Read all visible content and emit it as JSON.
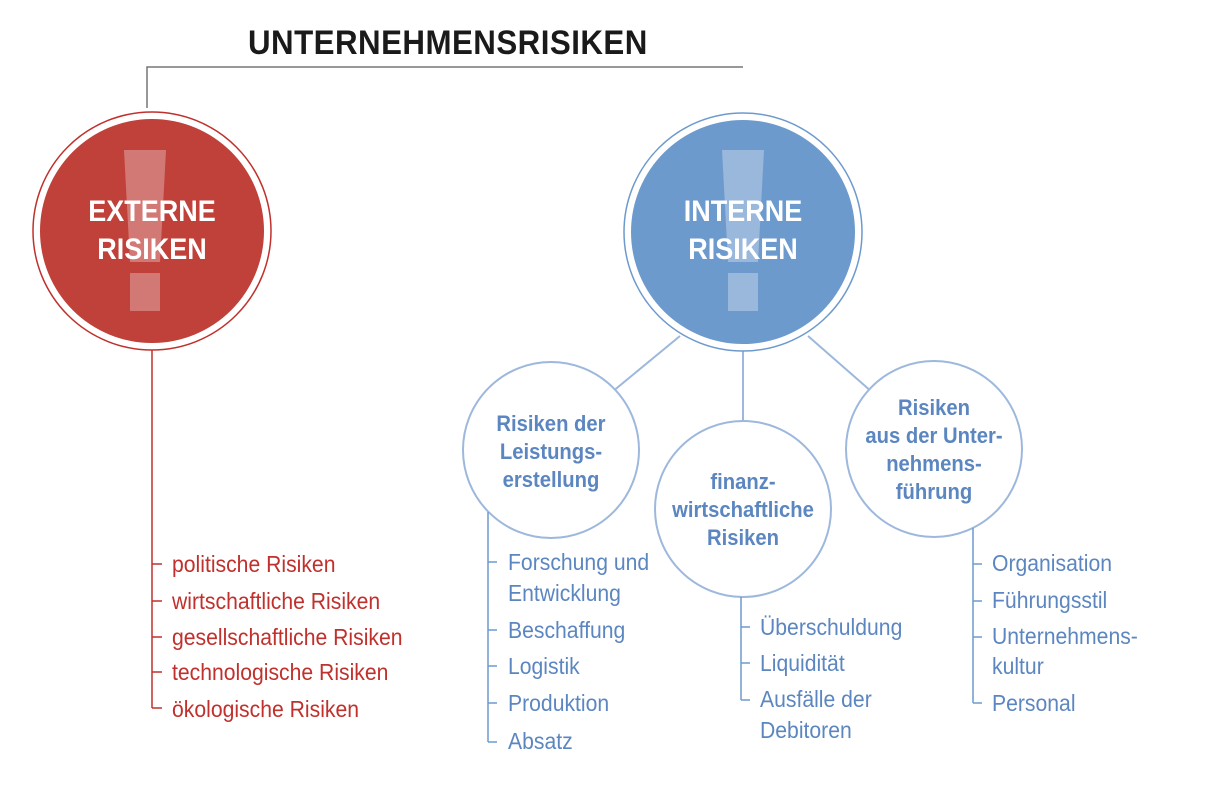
{
  "title": "UNTERNEHMENSRISIKEN",
  "colors": {
    "red": "#c0302c",
    "blue": "#6d9acd",
    "blue_text": "#5b86c0",
    "gray_line": "#777777"
  },
  "externe": {
    "line1": "EXTERNE",
    "line2": "RISIKEN",
    "items": [
      "politische Risiken",
      "wirtschaftliche Risiken",
      "gesellschaftliche Risiken",
      "technologische Risiken",
      "ökologische Risiken"
    ]
  },
  "interne": {
    "line1": "INTERNE",
    "line2": "RISIKEN"
  },
  "leistung": {
    "lines": [
      "Risiken der",
      "Leistungs-",
      "erstellung"
    ],
    "items": [
      "Forschung und",
      "Entwicklung",
      "Beschaffung",
      "Logistik",
      "Produktion",
      "Absatz"
    ]
  },
  "finanz": {
    "lines": [
      "finanz-",
      "wirtschaftliche",
      "Risiken"
    ],
    "items": [
      "Überschuldung",
      "Liquidität",
      "Ausfälle der",
      "Debitoren"
    ]
  },
  "fuehrung": {
    "lines": [
      "Risiken",
      "aus der Unter-",
      "nehmens-",
      "führung"
    ],
    "items": [
      "Organisation",
      "Führungsstil",
      "Unternehmens-",
      "kultur",
      "Personal"
    ]
  }
}
